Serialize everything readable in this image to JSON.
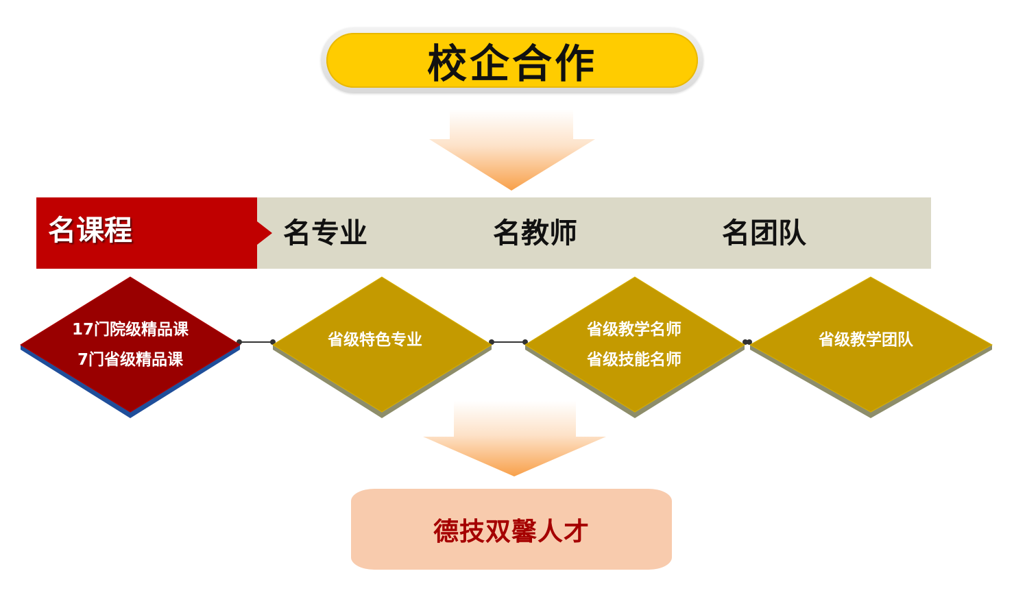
{
  "header": {
    "title": "校企合作"
  },
  "banner": {
    "items": [
      {
        "label": "名课程"
      },
      {
        "label": "名专业"
      },
      {
        "label": "名教师"
      },
      {
        "label": "名团队"
      }
    ]
  },
  "diamonds": [
    {
      "lines": [
        "17门院级精品课",
        "7门省级精品课"
      ]
    },
    {
      "lines": [
        "省级特色专业"
      ]
    },
    {
      "lines": [
        "省级教学名师",
        "省级技能名师"
      ]
    },
    {
      "lines": [
        "省级教学团队"
      ]
    }
  ],
  "outcome": {
    "label": "德技双馨人才"
  },
  "colors": {
    "pill": "#ffcc00",
    "banner_red": "#c00000",
    "banner_gray": "#dbd9c7",
    "diamond_red": "#990000",
    "diamond_gold": "#c49a00",
    "arrow_orange": "#c55a11",
    "outcome_bg": "#f8cbad",
    "outcome_text": "#a50000"
  }
}
